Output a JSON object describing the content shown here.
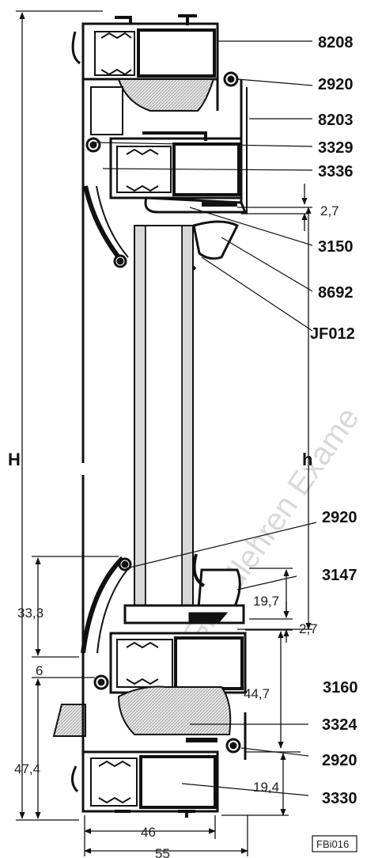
{
  "labels": {
    "p8208": "8208",
    "p2920_top": "2920",
    "p8203": "8203",
    "p3329": "3329",
    "p3336": "3336",
    "d2_7_top": "2,7",
    "p3150": "3150",
    "p8692": "8692",
    "pJF012": "JF012",
    "H": "H",
    "h": "h",
    "p2920_mid": "2920",
    "p3147": "3147",
    "d19_7": "19,7",
    "d2_7_bot": "2,7",
    "d33_3": "33,3",
    "d6": "6",
    "d44_7": "44,7",
    "p3160": "3160",
    "p3324": "3324",
    "p2920_bot": "2920",
    "d47_4": "47,4",
    "d19_4": "19,4",
    "p3330": "3330",
    "d46": "46",
    "d55": "55",
    "figure_code": "FBi016"
  },
  "watermark": "Grundlehren Exame"
}
